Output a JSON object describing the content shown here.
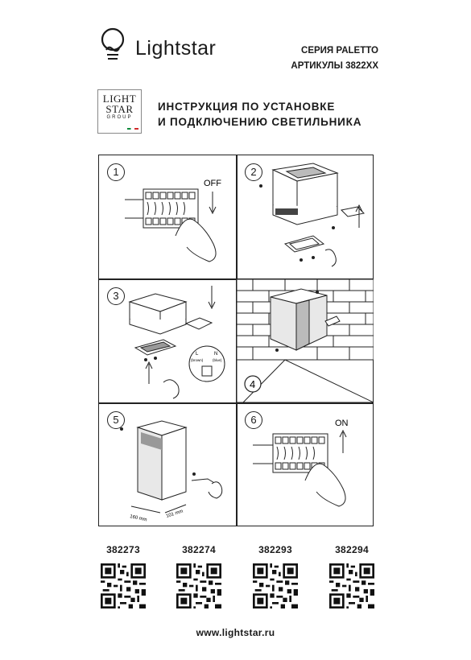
{
  "header": {
    "brand": "Lightstar",
    "series": "СЕРИЯ PALETTO",
    "articles": "АРТИКУЛЫ 3822XX",
    "group_logo": [
      "LIGHT",
      "STAR",
      "GROUP"
    ],
    "title_line1": "ИНСТРУКЦИЯ ПО УСТАНОВКЕ",
    "title_line2": "И ПОДКЛЮЧЕНИЮ СВЕТИЛЬНИКА"
  },
  "steps": [
    {
      "number": "1",
      "label": "OFF"
    },
    {
      "number": "2",
      "label": ""
    },
    {
      "number": "3",
      "wire_labels": [
        "L",
        "N"
      ],
      "wire_colors": [
        "(brown)",
        "(blue)"
      ]
    },
    {
      "number": "4",
      "label": ""
    },
    {
      "number": "5",
      "dimensions": [
        "160 mm",
        "101 mm"
      ]
    },
    {
      "number": "6",
      "label": "ON"
    }
  ],
  "article_codes": [
    "382273",
    "382274",
    "382293",
    "382294"
  ],
  "footer": {
    "website": "www.lightstar.ru"
  },
  "colors": {
    "ink": "#1a1a1a",
    "brick_fill": "#ffffff",
    "lamp_fill": "#e8e8e8"
  }
}
